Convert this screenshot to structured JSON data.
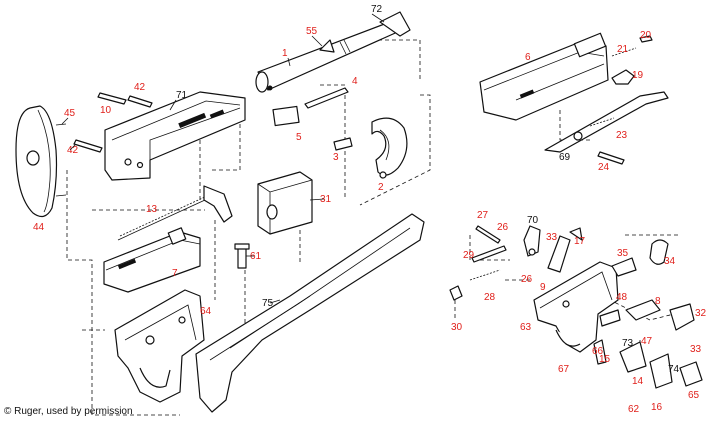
{
  "credit": "© Ruger, used by permission",
  "colors": {
    "red_label": "#e0201b",
    "black_label": "#111111",
    "line": "#111111",
    "background": "#ffffff"
  },
  "labels": {
    "p1": "1",
    "p2": "2",
    "p3": "3",
    "p4": "4",
    "p5": "5",
    "p6": "6",
    "p7": "7",
    "p8": "8",
    "p9": "9",
    "p10": "10",
    "p13": "13",
    "p14": "14",
    "p15": "15",
    "p16": "16",
    "p17": "17",
    "p19": "19",
    "p20": "20",
    "p21": "21",
    "p23": "23",
    "p24": "24",
    "p26a": "26",
    "p26b": "26",
    "p27": "27",
    "p28": "28",
    "p29": "29",
    "p30": "30",
    "p31": "31",
    "p32": "32",
    "p33a": "33",
    "p33b": "33",
    "p34": "34",
    "p35": "35",
    "p42a": "42",
    "p42b": "42",
    "p44": "44",
    "p45": "45",
    "p47": "47",
    "p48": "48",
    "p55": "55",
    "p61": "61",
    "p62": "62",
    "p63": "63",
    "p64": "64",
    "p65": "65",
    "p66": "66",
    "p67": "67",
    "p69": "69",
    "p70": "70",
    "p71": "71",
    "p72": "72",
    "p73": "73",
    "p74": "74",
    "p75": "75"
  }
}
